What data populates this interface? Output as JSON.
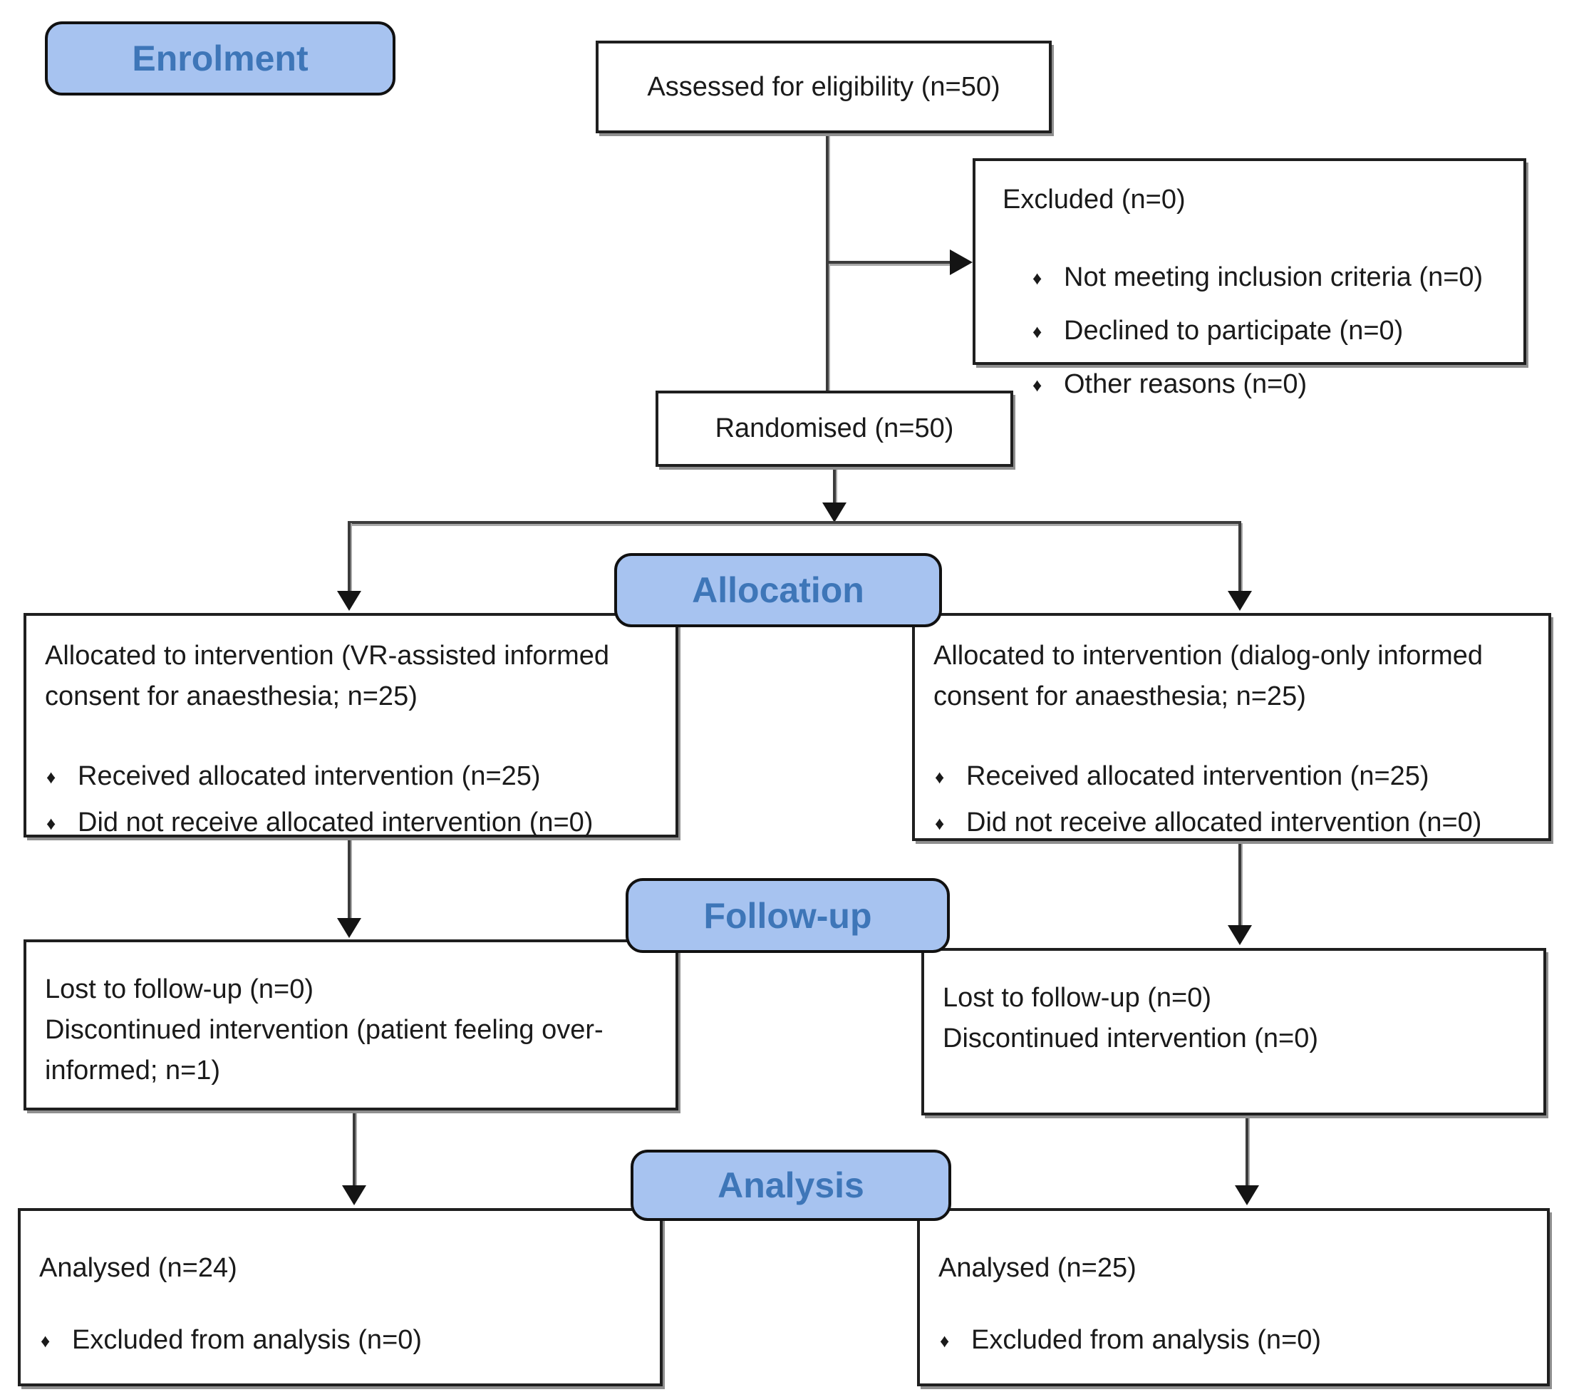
{
  "diagram": {
    "banners": {
      "enrolment": "Enrolment",
      "allocation": "Allocation",
      "followup": "Follow-up",
      "analysis": "Analysis"
    },
    "assessed": {
      "text": "Assessed for eligibility (n=50)"
    },
    "excluded": {
      "title": "Excluded (n=0)",
      "bullets": [
        "Not meeting inclusion criteria (n=0)",
        "Declined to participate (n=0)",
        "Other reasons (n=0)"
      ]
    },
    "randomised": {
      "text": "Randomised (n=50)"
    },
    "allocation_left": {
      "text": "Allocated to intervention (VR-assisted informed consent for anaesthesia; n=25)",
      "bullets": [
        "Received allocated intervention (n=25)",
        "Did not receive allocated intervention (n=0)"
      ]
    },
    "allocation_right": {
      "text": "Allocated to intervention (dialog-only informed consent for anaesthesia; n=25)",
      "bullets": [
        "Received allocated intervention (n=25)",
        "Did not receive allocated intervention (n=0)"
      ]
    },
    "followup_left": {
      "line1": "Lost to follow-up (n=0)",
      "line2": "Discontinued intervention (patient feeling over-\ninformed; n=1)"
    },
    "followup_right": {
      "line1": "Lost to follow-up (n=0)",
      "line2": "Discontinued intervention (n=0)"
    },
    "analysis_left": {
      "title": "Analysed (n=24)",
      "bullets": [
        "Excluded from analysis (n=0)"
      ]
    },
    "analysis_right": {
      "title": "Analysed (n=25)",
      "bullets": [
        "Excluded from analysis (n=0)"
      ]
    },
    "colors": {
      "banner_fill": "#A7C3F0",
      "banner_text": "#3E76B8",
      "box_border": "#1F1F1F",
      "line": "#3C3C3C",
      "text": "#1A1A1A"
    }
  }
}
